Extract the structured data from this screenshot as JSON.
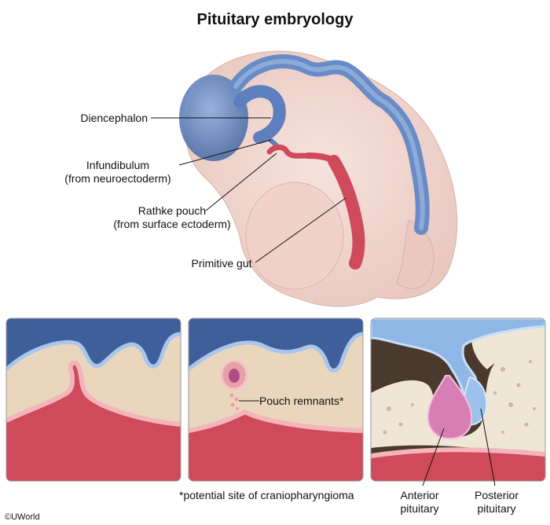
{
  "title": "Pituitary embryology",
  "labels": {
    "diencephalon": "Diencephalon",
    "infundibulum_line1": "Infundibulum",
    "infundibulum_line2": "(from neuroectoderm)",
    "rathke_line1": "Rathke pouch",
    "rathke_line2": "(from surface ectoderm)",
    "primitive_gut": "Primitive gut",
    "pouch_remnants": "Pouch remnants*",
    "anterior_line1": "Anterior",
    "anterior_line2": "pituitary",
    "posterior_line1": "Posterior",
    "posterior_line2": "pituitary"
  },
  "footnote": "*potential site of craniopharyngioma",
  "copyright": "©UWorld",
  "colors": {
    "neuroectoderm_blue": "#6f8fc4",
    "surface_ectoderm_pink": "#e8a0a8",
    "gut_red": "#cf4a5a",
    "tissue_tan": "#ead6bd",
    "embryo_skin": "#f2d9d3",
    "bone": "#efe6d6"
  }
}
